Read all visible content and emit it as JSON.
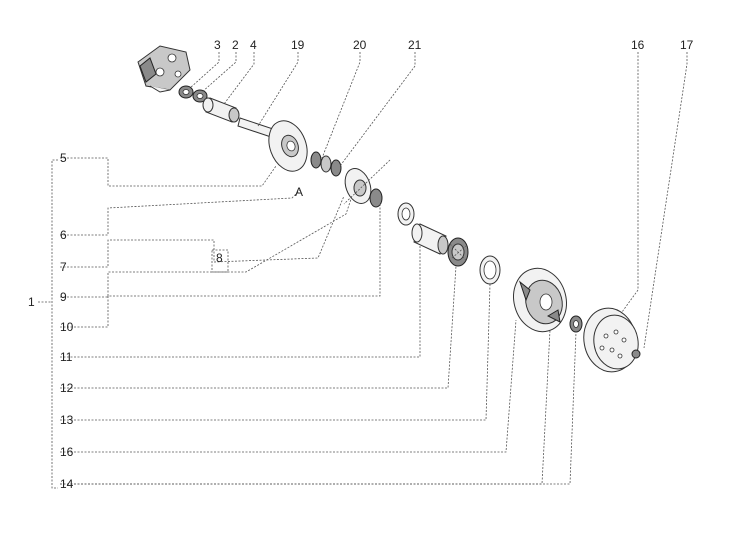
{
  "labels": {
    "l1": "1",
    "l2": "2",
    "l3": "3",
    "l4": "4",
    "l5": "5",
    "l6": "6",
    "l7": "7",
    "l8": "8",
    "l9": "9",
    "l10": "10",
    "l11": "11",
    "l12": "12",
    "l13": "13",
    "l14": "14",
    "l16a": "16",
    "l16b": "16",
    "l17": "17",
    "l19": "19",
    "l20": "20",
    "l21": "21",
    "lA": "A"
  }
}
